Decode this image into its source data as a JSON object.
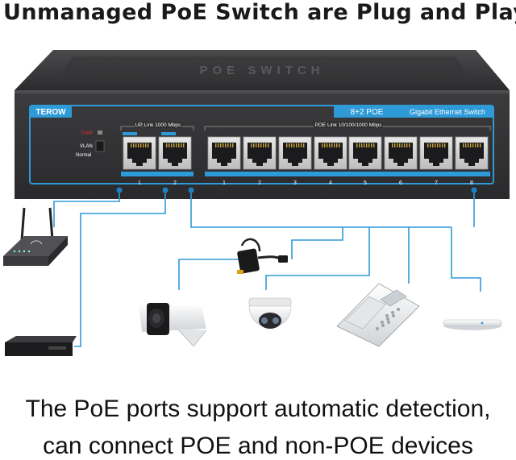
{
  "headline": "Unmanaged PoE Switch are Plug and Play",
  "switch": {
    "top_label": "POE SWITCH",
    "brand": "TEROW",
    "model_label": "8+2 POE",
    "description": "Gigabit Ethernet Switch",
    "uplink_label": "UP Link 1000 Mbps",
    "poe_label": "POE Link 10/100/1000 Mbps",
    "pwr_label": "PWR",
    "vlan_label": "VLAN",
    "normal_label": "Normal",
    "uplink_numbers": [
      "1",
      "2"
    ],
    "poe_numbers": [
      "1",
      "2",
      "3",
      "4",
      "5",
      "6",
      "7",
      "8"
    ]
  },
  "colors": {
    "accent": "#2e9ad8",
    "housing": "#3a3a3c",
    "pwr_led": "#d32f2f"
  },
  "devices": [
    "wifi-router",
    "nvr-recorder",
    "poe-splitter",
    "bullet-camera",
    "dome-camera",
    "ip-phone",
    "wireless-access-point"
  ],
  "caption": {
    "line1": "The PoE ports support automatic detection,",
    "line2": "can connect POE and non-POE devices"
  }
}
